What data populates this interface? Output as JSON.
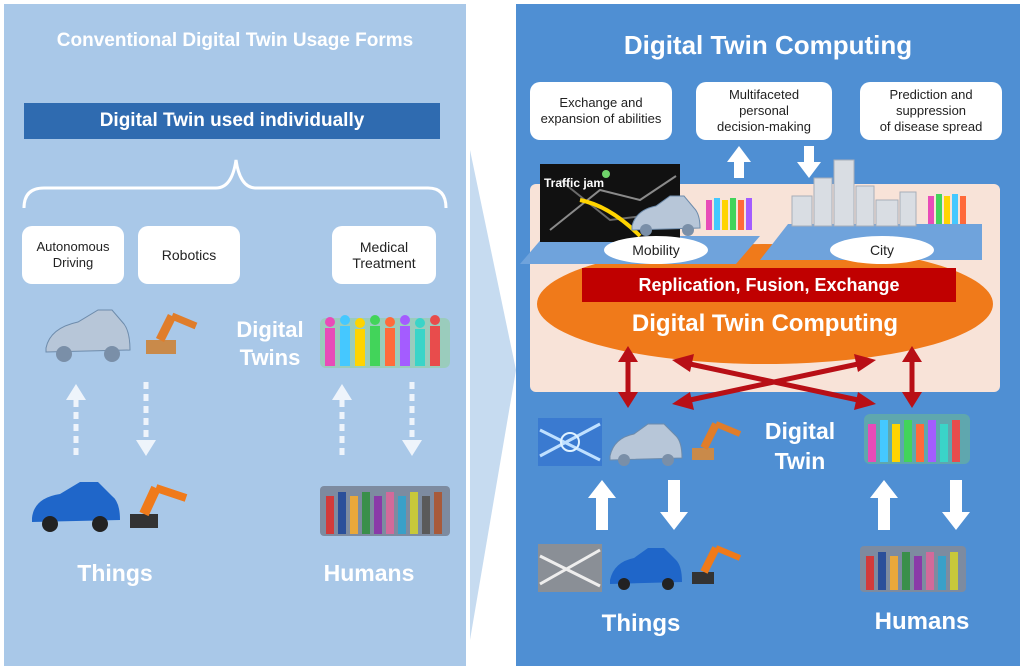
{
  "left": {
    "title": "Conventional Digital Twin Usage Forms",
    "banner": "Digital Twin used individually",
    "boxes": [
      "Autonomous\nDriving",
      "Robotics",
      "Medical\nTreatment"
    ],
    "digital_twins": "Digital\nTwins",
    "things": "Things",
    "humans": "Humans"
  },
  "right": {
    "title": "Digital Twin Computing",
    "boxes": [
      "Exchange and\nexpansion of abilities",
      "Multifaceted\npersonal\ndecision-making",
      "Prediction and\nsuppression\nof disease spread"
    ],
    "traffic_jam": "Traffic jam",
    "mobility": "Mobility",
    "city": "City",
    "red_banner": "Replication, Fusion, Exchange",
    "core": "Digital Twin Computing",
    "digital_twin": "Digital\nTwin",
    "things": "Things",
    "humans": "Humans"
  },
  "colors": {
    "left_panel": "#a9c8e8",
    "right_panel": "#4f8fd3",
    "banner": "#2f6bb0",
    "red": "#c00000",
    "orange": "#f07a1a"
  },
  "icons": [
    "car-icon",
    "robot-arm-icon",
    "crowd-icon",
    "city-icon",
    "map-icon"
  ]
}
